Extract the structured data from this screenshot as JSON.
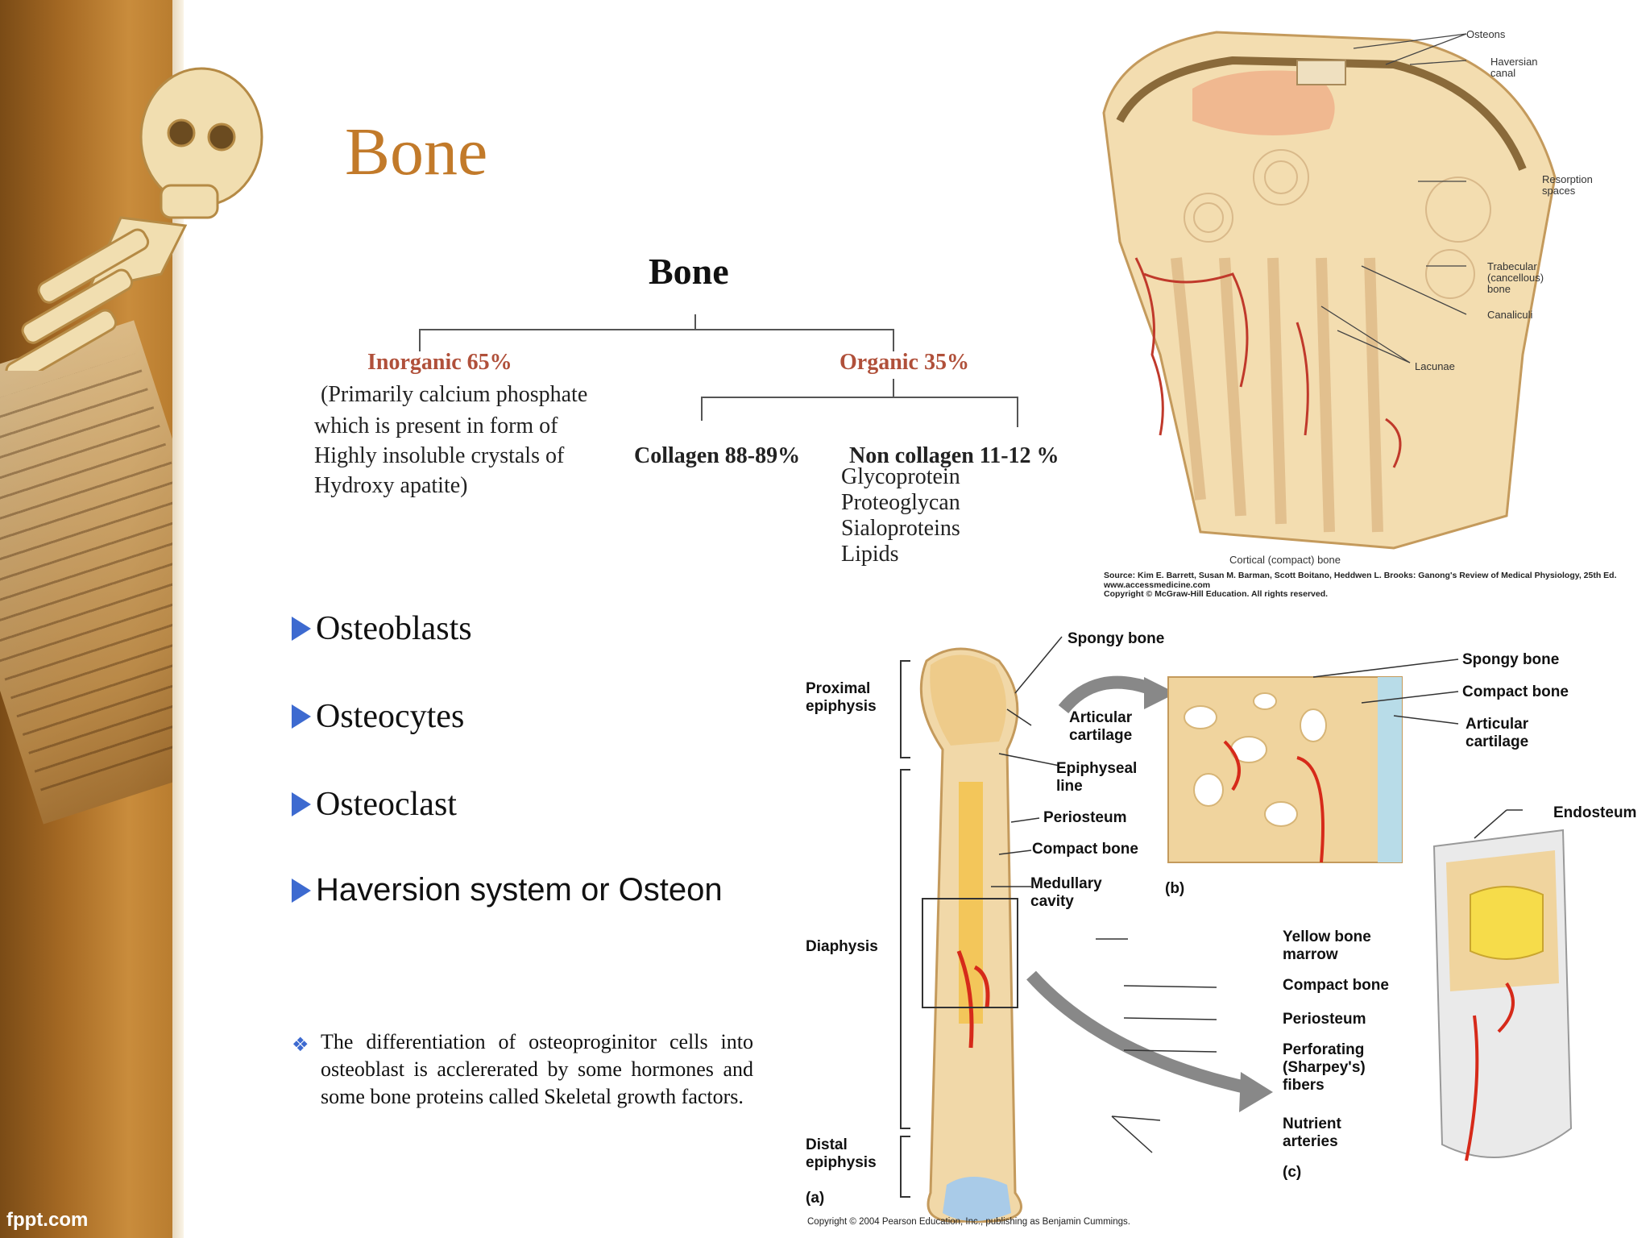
{
  "brand": {
    "logo": "fppt.com"
  },
  "slide": {
    "title": "Bone"
  },
  "tree": {
    "root": "Bone",
    "inorganic": {
      "label": "Inorganic 65%",
      "lines": [
        "(Primarily calcium phosphate",
        "which is present in form of",
        "Highly insoluble crystals of",
        "Hydroxy apatite)"
      ]
    },
    "organic": {
      "label": "Organic 35%"
    },
    "collagen": {
      "label": "Collagen 88-89%"
    },
    "noncollagen": {
      "label": "Non collagen 11-12 %",
      "items": [
        "Glycoprotein",
        "Proteoglycan",
        "Sialoproteins",
        "Lipids"
      ]
    }
  },
  "bullets": [
    {
      "text": "Osteoblasts"
    },
    {
      "text": "Osteocytes"
    },
    {
      "text": "Osteoclast"
    },
    {
      "text": "Haversion system or Osteon"
    }
  ],
  "note": {
    "text": "The differentiation of osteoproginitor cells into osteoblast is acclererated by some hormones and some bone proteins called Skeletal growth factors."
  },
  "cortical_diagram": {
    "labels": {
      "osteons": "Osteons",
      "haversian": "Haversian canal",
      "resorption": "Resorption spaces",
      "trabecular": "Trabecular (cancellous) bone",
      "canaliculi": "Canaliculi",
      "lacunae": "Lacunae",
      "cortical": "Cortical (compact) bone"
    },
    "source": {
      "line1": "Source: Kim E. Barrett, Susan M. Barman, Scott Boitano, Heddwen L. Brooks: Ganong's Review of Medical Physiology, 25th Ed.",
      "line2": "www.accessmedicine.com",
      "line3": "Copyright © McGraw-Hill Education.  All rights reserved."
    }
  },
  "long_bone_diagram": {
    "labels": {
      "proximal": "Proximal epiphysis",
      "diaphysis": "Diaphysis",
      "distal": "Distal epiphysis",
      "spongy_a": "Spongy bone",
      "articular_a": "Articular cartilage",
      "epiphyseal": "Epiphyseal line",
      "periosteum_a": "Periosteum",
      "compact_a": "Compact bone",
      "medullary": "Medullary cavity",
      "part_a": "(a)",
      "part_b": "(b)",
      "part_c": "(c)",
      "spongy_b": "Spongy bone",
      "compact_b": "Compact bone",
      "articular_b": "Articular cartilage",
      "endosteum": "Endosteum",
      "yellow": "Yellow bone marrow",
      "compact_c": "Compact bone",
      "periosteum_c": "Periosteum",
      "perforating": "Perforating (Sharpey's) fibers",
      "nutrient": "Nutrient arteries"
    },
    "copyright": "Copyright © 2004 Pearson Education, Inc., publishing as Benjamin Cummings."
  }
}
